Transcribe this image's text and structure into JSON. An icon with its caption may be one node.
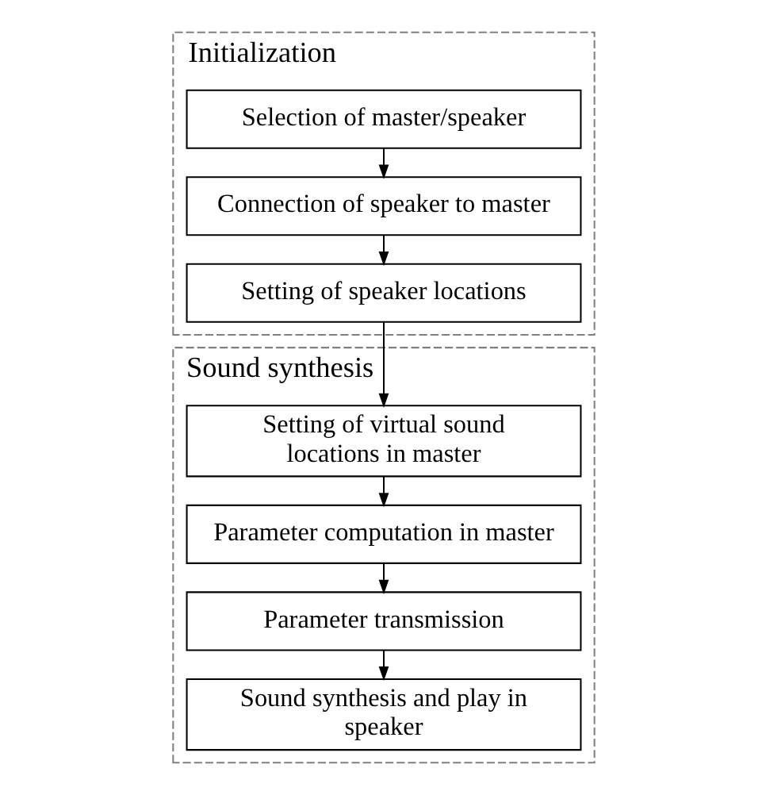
{
  "diagram": {
    "nodes": [
      {
        "text": [
          "Initialization"
        ]
      },
      {
        "text": [
          "Selection of master/speaker"
        ],
        "in": 0
      },
      {
        "text": [
          "Connection of speaker to master"
        ],
        "in": 0
      },
      {
        "text": [
          "Setting of speaker locations"
        ],
        "in": 0
      },
      {
        "text": [
          "Sound synthesis"
        ]
      },
      {
        "text": [
          "Setting of virtual sound locations in master"
        ],
        "in": 4
      },
      {
        "text": [
          "Parameter computation in master"
        ],
        "in": 4
      },
      {
        "text": [
          "Parameter transmission"
        ],
        "in": 4
      },
      {
        "text": [
          "Sound synthesis and play in speaker"
        ],
        "in": 4
      }
    ],
    "edges": [
      {
        "from": 1,
        "to": 2,
        "arrow": "to"
      },
      {
        "from": 2,
        "to": 3,
        "arrow": "to"
      },
      {
        "from": 3,
        "to": 5,
        "arrow": "to"
      },
      {
        "from": 5,
        "to": 6,
        "arrow": "to"
      },
      {
        "from": 6,
        "to": 7,
        "arrow": "to"
      },
      {
        "from": 7,
        "to": 8,
        "arrow": "to"
      }
    ]
  }
}
